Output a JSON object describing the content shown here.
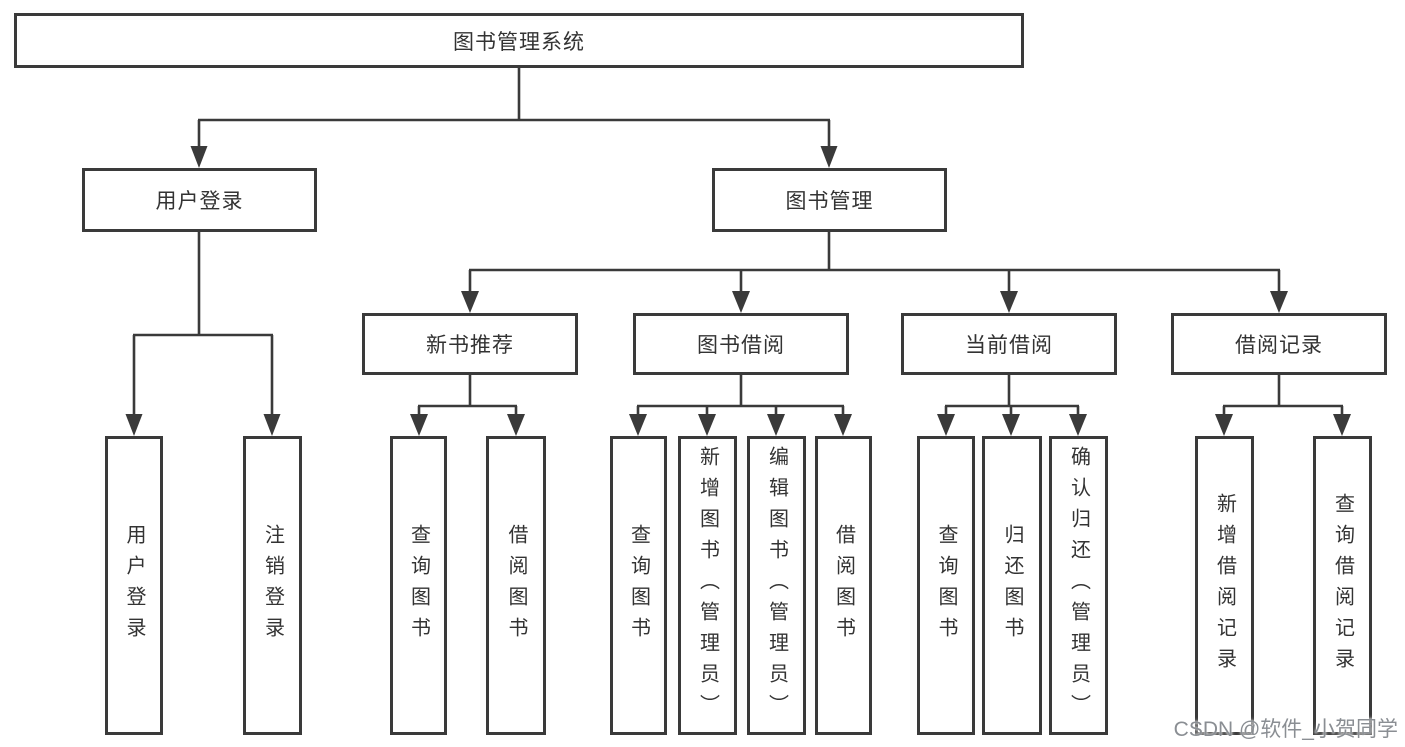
{
  "colors": {
    "line": "#3a3a3a",
    "box_border": "#3a3a3a",
    "box_bg": "#ffffff",
    "text": "#333333",
    "watermark": "#8a8e93"
  },
  "watermark": {
    "text": "CSDN @软件_小贺同学"
  },
  "tree": {
    "label": "图书管理系统",
    "children": [
      {
        "label": "用户登录",
        "children": [
          {
            "label": "用户登录"
          },
          {
            "label": "注销登录"
          }
        ]
      },
      {
        "label": "图书管理",
        "children": [
          {
            "label": "新书推荐",
            "children": [
              {
                "label": "查询图书"
              },
              {
                "label": "借阅图书"
              }
            ]
          },
          {
            "label": "图书借阅",
            "children": [
              {
                "label": "查询图书"
              },
              {
                "label": "新增图书（管理员）"
              },
              {
                "label": "编辑图书（管理员）"
              },
              {
                "label": "借阅图书"
              }
            ]
          },
          {
            "label": "当前借阅",
            "children": [
              {
                "label": "查询图书"
              },
              {
                "label": "归还图书"
              },
              {
                "label": "确认归还（管理员）"
              }
            ]
          },
          {
            "label": "借阅记录",
            "children": [
              {
                "label": "新增借阅记录"
              },
              {
                "label": "查询借阅记录"
              }
            ]
          }
        ]
      }
    ]
  }
}
